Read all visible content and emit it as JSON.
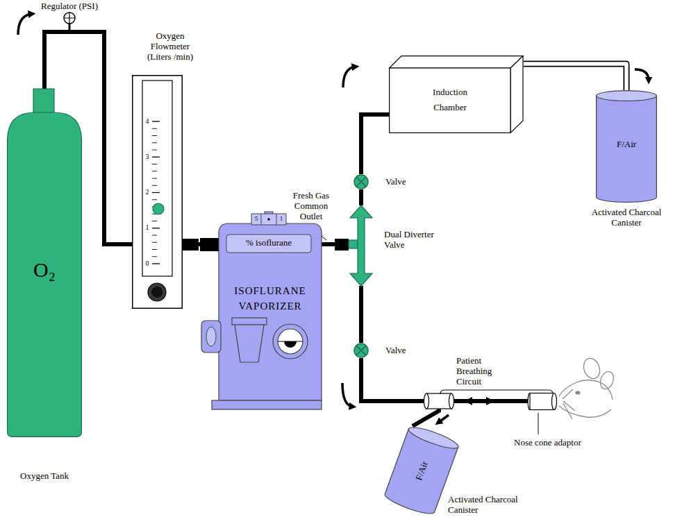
{
  "diagram": {
    "nodes": [
      {
        "text": [
          "O₂",
          "Oxygen Tank"
        ]
      },
      {
        "text": [
          "Regulator (PSI)"
        ]
      },
      {
        "text": [
          "Oxygen Flowmeter (Liters /min)"
        ]
      },
      {
        "text": [
          "% isoflurane",
          "ISOFLURANE VAPORIZER"
        ]
      },
      {
        "text": [
          "Dual Diverter Valve"
        ]
      },
      {
        "text": [
          "Valve"
        ]
      },
      {
        "text": [
          "Induction Chamber"
        ]
      },
      {
        "text": [
          "F/Air",
          "Activated Charcoal Canister"
        ]
      },
      {
        "text": [
          "Valve"
        ]
      },
      {
        "text": [
          "Nose cone adaptor"
        ]
      },
      {
        "text": [
          "F/Air",
          "Activated Charcoal Canister"
        ]
      }
    ],
    "edges": [
      {
        "from": 0,
        "to": 1,
        "arrow": "none"
      },
      {
        "from": 1,
        "to": 2,
        "arrow": "none"
      },
      {
        "from": 2,
        "to": 3,
        "arrow": "none"
      },
      {
        "from": 3,
        "to": 4,
        "label": "Fresh Gas Common Outlet",
        "arrow": "none"
      },
      {
        "from": 4,
        "to": 5,
        "arrow": "none"
      },
      {
        "from": 5,
        "to": 6,
        "arrow": "none"
      },
      {
        "from": 6,
        "to": 7,
        "arrow": "none"
      },
      {
        "from": 4,
        "to": 8,
        "arrow": "none"
      },
      {
        "from": 8,
        "to": 9,
        "arrow": "none"
      },
      {
        "from": 8,
        "to": 10,
        "arrow": "none"
      }
    ],
    "labels": [
      "4",
      "3",
      "2",
      "1",
      "0",
      "5",
      "1",
      "Patient Breathing Circuit"
    ]
  }
}
